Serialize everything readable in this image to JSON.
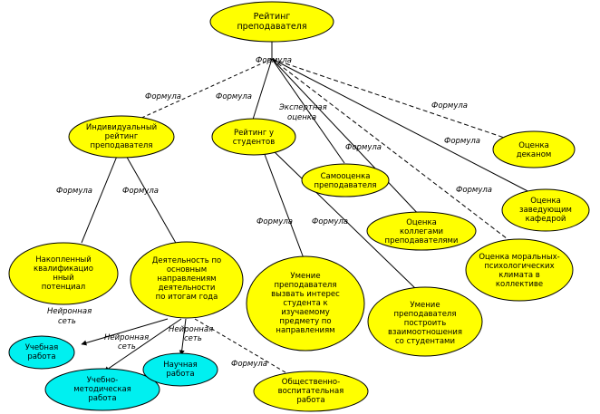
{
  "colors": {
    "node_yellow": "#ffff00",
    "node_cyan": "#00f0f0",
    "stroke": "#000000"
  },
  "nodes": [
    {
      "id": "root",
      "lines": [
        "Рейтинг",
        "преподавателя"
      ],
      "color": "yellow"
    },
    {
      "id": "indiv",
      "lines": [
        "Индивидуальный",
        "рейтинг",
        "преподавателя"
      ],
      "color": "yellow"
    },
    {
      "id": "students",
      "lines": [
        "Рейтинг у",
        "студентов"
      ],
      "color": "yellow"
    },
    {
      "id": "self",
      "lines": [
        "Самооценка",
        "преподавателя"
      ],
      "color": "yellow"
    },
    {
      "id": "dean",
      "lines": [
        "Оценка",
        "деканом"
      ],
      "color": "yellow"
    },
    {
      "id": "head",
      "lines": [
        "Оценка",
        "заведующим",
        "кафедрой"
      ],
      "color": "yellow"
    },
    {
      "id": "colleagues",
      "lines": [
        "Оценка",
        "коллегами",
        "преподавателями"
      ],
      "color": "yellow"
    },
    {
      "id": "moral",
      "lines": [
        "Оценка моральных-",
        "психологических",
        "климата в",
        "коллективе"
      ],
      "color": "yellow"
    },
    {
      "id": "qual",
      "lines": [
        "Накопленный",
        "квалификацио",
        "нный",
        "потенциал"
      ],
      "color": "yellow"
    },
    {
      "id": "activity",
      "lines": [
        "Деятельность по",
        "основным",
        "направлениям",
        "деятельности",
        "по итогам года"
      ],
      "color": "yellow"
    },
    {
      "id": "interest",
      "lines": [
        "Умение",
        "преподавателя",
        "вызвать интерес",
        "студента к",
        "изучаемому",
        "предмету по",
        "направлениям"
      ],
      "color": "yellow"
    },
    {
      "id": "relations",
      "lines": [
        "Умение",
        "преподавателя",
        "построить",
        "взаимоотношения",
        "со студентами"
      ],
      "color": "yellow"
    },
    {
      "id": "study",
      "lines": [
        "Учебная",
        "работа"
      ],
      "color": "cyan"
    },
    {
      "id": "method",
      "lines": [
        "Учебно-",
        "методическая",
        "работа"
      ],
      "color": "cyan"
    },
    {
      "id": "science",
      "lines": [
        "Научная",
        "работа"
      ],
      "color": "cyan"
    },
    {
      "id": "educ",
      "lines": [
        "Общественно-",
        "воспитательная",
        "работа"
      ],
      "color": "yellow"
    }
  ],
  "edge_labels": [
    {
      "id": "root-center",
      "lines": [
        "Формула"
      ]
    },
    {
      "id": "root-indiv",
      "lines": [
        "Формула"
      ]
    },
    {
      "id": "root-students",
      "lines": [
        "Формула"
      ]
    },
    {
      "id": "root-expert",
      "lines": [
        "Экспертная",
        "оценка"
      ]
    },
    {
      "id": "root-colleagues",
      "lines": [
        "Формула"
      ]
    },
    {
      "id": "root-dean",
      "lines": [
        "Формула"
      ]
    },
    {
      "id": "root-head",
      "lines": [
        "Формула"
      ]
    },
    {
      "id": "root-moral",
      "lines": [
        "Формула"
      ]
    },
    {
      "id": "indiv-qual",
      "lines": [
        "Формула"
      ]
    },
    {
      "id": "indiv-activity",
      "lines": [
        "Формула"
      ]
    },
    {
      "id": "students-interest",
      "lines": [
        "Формула"
      ]
    },
    {
      "id": "students-relations",
      "lines": [
        "Формула"
      ]
    },
    {
      "id": "qual-nn",
      "lines": [
        "Нейронная",
        "сеть"
      ]
    },
    {
      "id": "activity-nn1",
      "lines": [
        "Нейронная",
        "сеть"
      ]
    },
    {
      "id": "activity-nn2",
      "lines": [
        "Нейронная",
        "сеть"
      ]
    },
    {
      "id": "activity-educ",
      "lines": [
        "Формула"
      ]
    }
  ]
}
